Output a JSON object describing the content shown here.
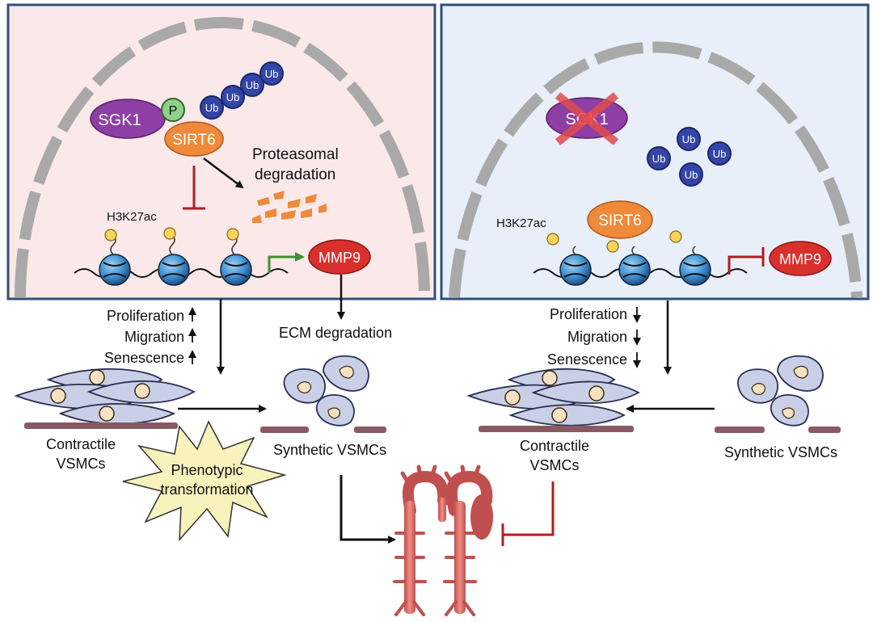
{
  "left_panel": {
    "sgk1": "SGK1",
    "phospho": "P",
    "sirt6": "SIRT6",
    "ub": [
      "Ub",
      "Ub",
      "Ub",
      "Ub"
    ],
    "proteasomal_line1": "Proteasomal",
    "proteasomal_line2": "degradation",
    "h3k27ac": "H3K27ac",
    "mmp9": "MMP9"
  },
  "right_panel": {
    "sgk1": "SGK1",
    "ub": [
      "Ub",
      "Ub",
      "Ub",
      "Ub"
    ],
    "sirt6": "SIRT6",
    "h3k27ac": "H3K27ac",
    "mmp9": "MMP9"
  },
  "left_effects": {
    "proliferation": "Proliferation",
    "migration": "Migration",
    "senescence": "Senescence",
    "ecm": "ECM degradation"
  },
  "right_effects": {
    "proliferation": "Proliferation",
    "migration": "Migration",
    "senescence": "Senescence"
  },
  "cells": {
    "left_contractile_1": "Contractile",
    "left_contractile_2": "VSMCs",
    "left_synthetic": "Synthetic VSMCs",
    "burst_line1": "Phenotypic",
    "burst_line2": "transformation",
    "right_contractile_1": "Contractile",
    "right_contractile_2": "VSMCs",
    "right_synthetic": "Synthetic VSMCs"
  },
  "colors": {
    "left_bg": "#fbe9ea",
    "right_bg": "#e8eff8",
    "frame": "#2f4f7a",
    "sgk1": "#8e3fa3",
    "sirt6": "#ee8a3a",
    "ub": "#3346a6",
    "mmp9": "#d9302d",
    "activate": "#3e8e2e",
    "inhibit": "#b01e22"
  }
}
